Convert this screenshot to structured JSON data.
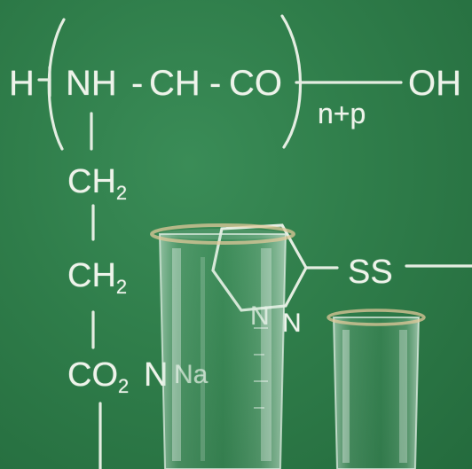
{
  "formula": {
    "h": "H",
    "nh": "NH",
    "dash1": "-",
    "ch": "CH",
    "dash2": "-",
    "co": "CO",
    "oh": "OH",
    "subscript_np": "n+p",
    "ch2_a": "CH",
    "ch2_a_sub": "2",
    "ch2_b": "CH",
    "ch2_b_sub": "2",
    "co2": "CO",
    "co2_sub": "2",
    "na_fragment": "N",
    "na": "Na",
    "ss": "SS",
    "ring_n1": "N",
    "ring_n2": "N"
  },
  "colors": {
    "board": "#2f7d4a",
    "chalk": "#eef3ea",
    "glass": "#cfe6d6"
  }
}
